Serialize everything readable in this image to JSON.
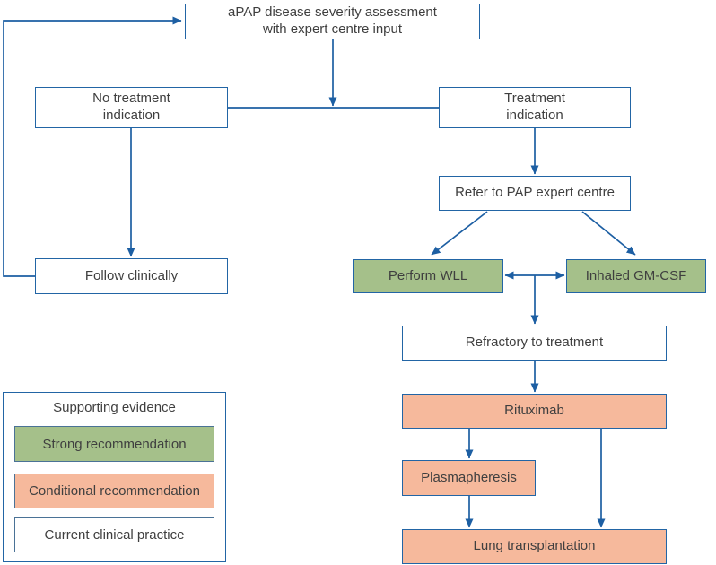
{
  "nodes": {
    "assessment": {
      "label": "aPAP disease severity assessment\nwith expert centre input",
      "type": "current_clinical_practice"
    },
    "no_treatment": {
      "label": "No treatment\nindication",
      "type": "current_clinical_practice"
    },
    "treatment": {
      "label": "Treatment\nindication",
      "type": "current_clinical_practice"
    },
    "refer": {
      "label": "Refer to PAP expert centre",
      "type": "current_clinical_practice"
    },
    "perform_wll": {
      "label": "Perform WLL",
      "type": "strong_recommendation"
    },
    "inhaled_gmcsf": {
      "label": "Inhaled GM-CSF",
      "type": "strong_recommendation"
    },
    "follow_clinically": {
      "label": "Follow clinically",
      "type": "current_clinical_practice"
    },
    "refractory": {
      "label": "Refractory to treatment",
      "type": "current_clinical_practice"
    },
    "rituximab": {
      "label": "Rituximab",
      "type": "conditional_recommendation"
    },
    "plasmapheresis": {
      "label": "Plasmapheresis",
      "type": "conditional_recommendation"
    },
    "lung_transplantation": {
      "label": "Lung transplantation",
      "type": "conditional_recommendation"
    }
  },
  "edges": [
    {
      "from": "assessment",
      "to": "indication-branch",
      "style": "arrow"
    },
    {
      "from": "no_treatment",
      "to": "follow_clinically",
      "style": "arrow"
    },
    {
      "from": "follow_clinically",
      "to": "assessment",
      "style": "arrow-feedback-loop"
    },
    {
      "from": "treatment",
      "to": "refer",
      "style": "arrow"
    },
    {
      "from": "refer",
      "to": "perform_wll",
      "style": "arrow"
    },
    {
      "from": "refer",
      "to": "inhaled_gmcsf",
      "style": "arrow"
    },
    {
      "from": "perform_wll",
      "to": "inhaled_gmcsf",
      "style": "double-arrow"
    },
    {
      "from": "wll-gmcsf-junction",
      "to": "refractory",
      "style": "arrow"
    },
    {
      "from": "refractory",
      "to": "rituximab",
      "style": "arrow"
    },
    {
      "from": "rituximab",
      "to": "plasmapheresis",
      "style": "arrow"
    },
    {
      "from": "rituximab",
      "to": "lung_transplantation",
      "style": "arrow"
    },
    {
      "from": "plasmapheresis",
      "to": "lung_transplantation",
      "style": "arrow"
    }
  ],
  "legend": {
    "title": "Supporting evidence",
    "items": [
      {
        "label": "Strong recommendation",
        "color": "#a5c08a"
      },
      {
        "label": "Conditional recommendation",
        "color": "#f6b99c"
      },
      {
        "label": "Current clinical practice",
        "color": "#ffffff"
      }
    ]
  },
  "colors": {
    "connector_line": "#1d5fa3",
    "node_border": "#2265a5",
    "strong_fill": "#a5c08a",
    "conditional_fill": "#f6b99c",
    "practice_fill": "#ffffff",
    "text": "#3f3f3f",
    "background": "#ffffff"
  }
}
